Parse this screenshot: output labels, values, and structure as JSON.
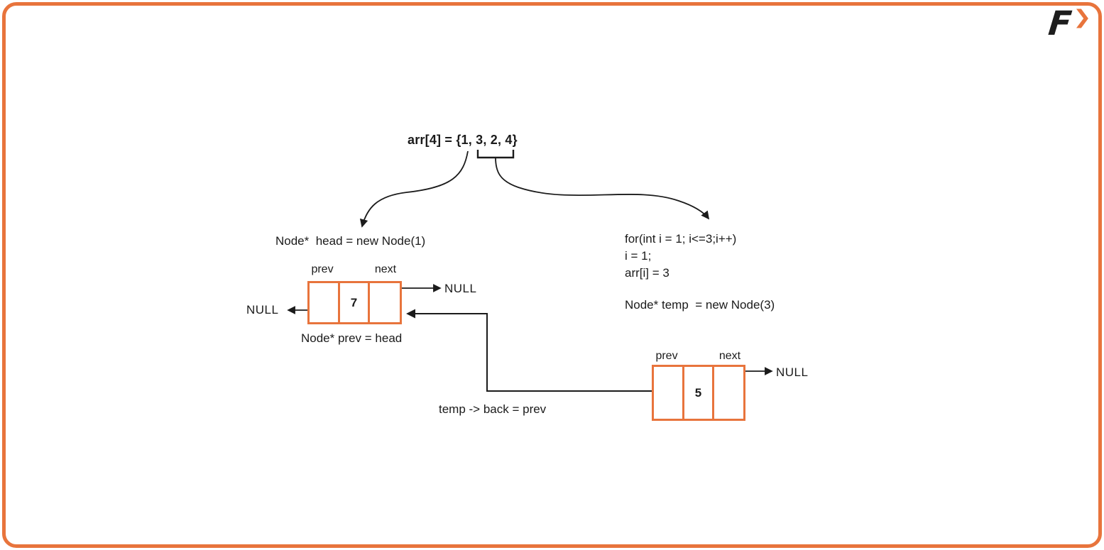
{
  "colors": {
    "accent": "#E8743C",
    "ink": "#1b1b1b"
  },
  "logo": {
    "letter": "F",
    "chevron": "❯"
  },
  "title": "arr[4] = {1, 3, 2, 4}",
  "head_section": {
    "declaration": "Node*  head = new Node(1)",
    "prev_label": "prev",
    "next_label": "next",
    "value": "7",
    "null_left": "NULL",
    "null_right": "NULL",
    "assignment": "Node* prev = head"
  },
  "code_section": {
    "lines": [
      "for(int i = 1; i<=3;i++)",
      "i = 1;",
      "arr[i] = 3"
    ],
    "declaration": "Node* temp  = new Node(3)"
  },
  "temp_section": {
    "prev_label": "prev",
    "next_label": "next",
    "value": "5",
    "null_right": "NULL",
    "pointer_label": "temp -> back = prev"
  }
}
